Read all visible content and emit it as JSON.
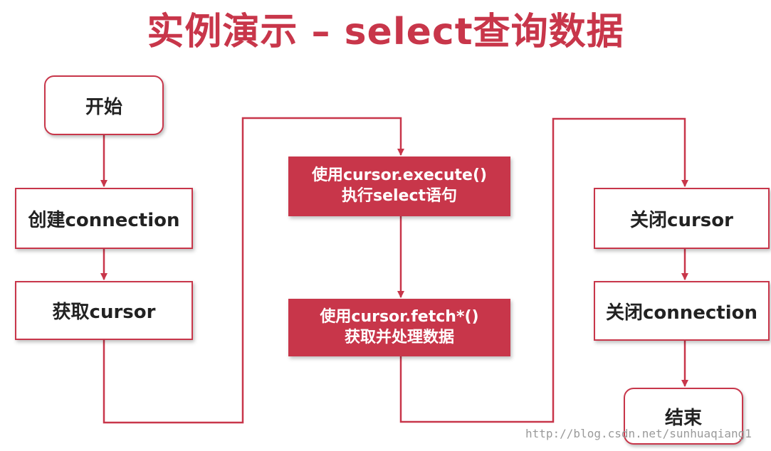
{
  "title": "实例演示 – select查询数据",
  "nodes": {
    "start": "开始",
    "create_connection": "创建connection",
    "get_cursor": "获取cursor",
    "execute": {
      "line1": "使用cursor.execute()",
      "line2": "执行select语句"
    },
    "fetch": {
      "line1": "使用cursor.fetch*()",
      "line2": "获取并处理数据"
    },
    "close_cursor": "关闭cursor",
    "close_connection": "关闭connection",
    "end": "结束"
  },
  "watermark": "http://blog.csdn.net/sunhuaqiang1",
  "colors": {
    "accent": "#c8364a",
    "text": "#222222",
    "watermark": "#9a9a9a"
  }
}
